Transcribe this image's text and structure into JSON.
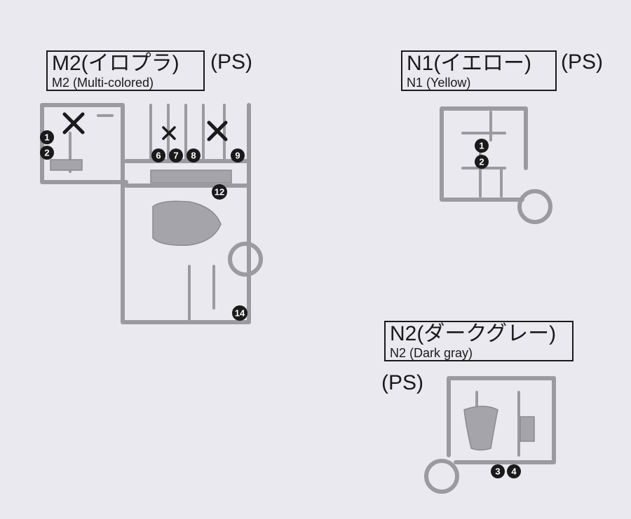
{
  "m2": {
    "label_jp": "M2(イロプラ)",
    "label_en": "M2 (Multi-colored)",
    "material": "(PS)",
    "markers": [
      "1",
      "2",
      "6",
      "7",
      "8",
      "9",
      "12",
      "14"
    ]
  },
  "n1": {
    "label_jp": "N1(イエロー)",
    "label_en": "N1 (Yellow)",
    "material": "(PS)",
    "markers": [
      "1",
      "2"
    ]
  },
  "n2": {
    "label_jp": "N2(ダークグレー)",
    "label_en": "N2 (Dark gray)",
    "material": "(PS)",
    "markers": [
      "3",
      "4"
    ]
  },
  "colors": {
    "background": "#e9e9ef",
    "runner": "#9a9aa0",
    "ink": "#1a1a1a"
  }
}
